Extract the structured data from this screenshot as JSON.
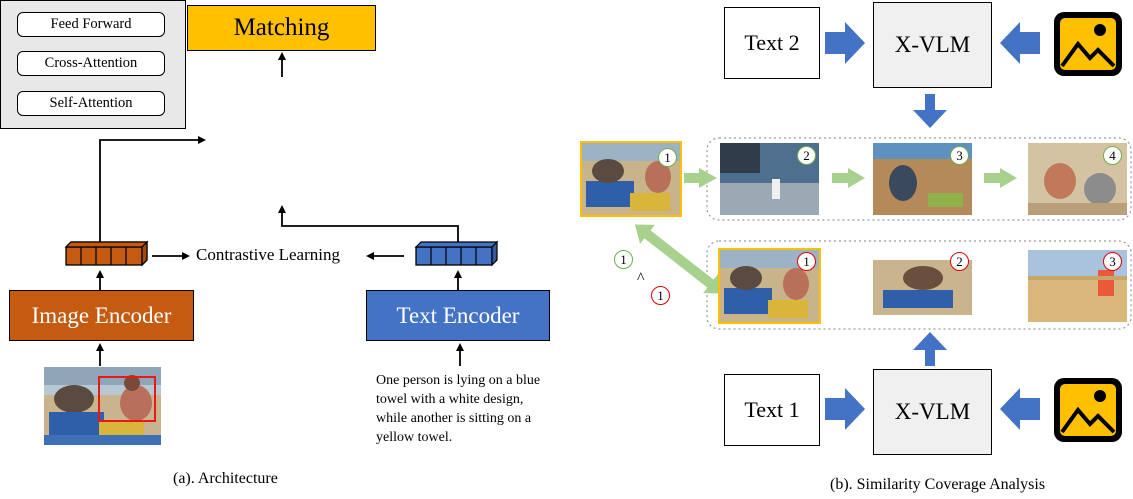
{
  "architecture": {
    "matching_label": "Matching",
    "layers": [
      "Feed Forward",
      "Cross-Attention",
      "Self-Attention"
    ],
    "contrastive_label": "Contrastive Learning",
    "image_encoder_label": "Image Encoder",
    "text_encoder_label": "Text Encoder",
    "caption_text": "One person is lying on a blue towel with a white design, while another is sitting on a yellow towel.",
    "panel_caption": "(a). Architecture"
  },
  "analysis": {
    "top_text_label": "Text 2",
    "bottom_text_label": "Text 1",
    "model_label": "X-VLM",
    "top_row_ranks": [
      "2",
      "3",
      "4"
    ],
    "selected_rank": "1",
    "bottom_row_ranks": [
      "1",
      "2",
      "3"
    ],
    "comparison": {
      "left": "1",
      "symbol": "^",
      "right": "1"
    },
    "panel_caption": "(b). Similarity Coverage Analysis"
  },
  "colors": {
    "matching": "#ffc000",
    "image_encoder": "#c55a11",
    "text_encoder": "#4472c4",
    "transformer_bg": "#e8e8e8",
    "arrow_blue": "#4472c4",
    "arrow_green": "#a9d18e",
    "rank_green": "#70ad47",
    "rank_red": "#e00000"
  },
  "icons": [
    "image-icon"
  ]
}
